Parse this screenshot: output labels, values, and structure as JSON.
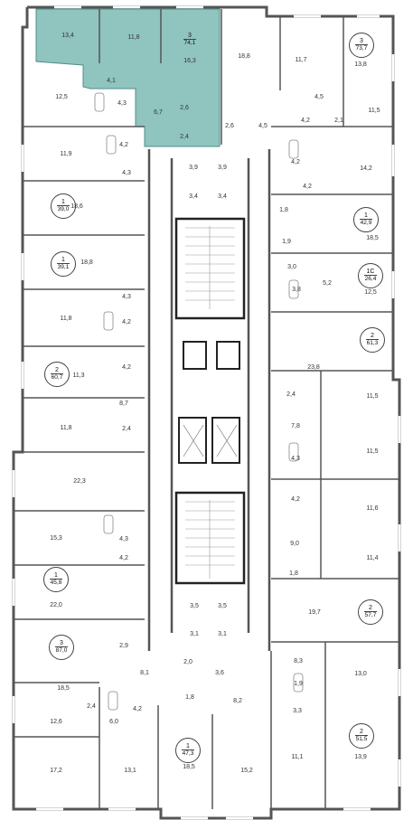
{
  "colors": {
    "wall": "#555555",
    "thin": "#888888",
    "highlight": "#8fc4bf",
    "highlight_border": "#4f8f88"
  },
  "selected_apartment": {
    "rooms": "3",
    "area": "74,1"
  },
  "apartment_badges": [
    {
      "id": "apt-74-1",
      "rooms": "3",
      "area": "74,1"
    },
    {
      "id": "apt-73-7",
      "rooms": "3",
      "area": "73,7"
    },
    {
      "id": "apt-39-0",
      "rooms": "1",
      "area": "39,0"
    },
    {
      "id": "apt-42-9",
      "rooms": "1",
      "area": "42,9"
    },
    {
      "id": "apt-39-1",
      "rooms": "1",
      "area": "39,1"
    },
    {
      "id": "apt-26-4",
      "rooms": "1С",
      "area": "26,4"
    },
    {
      "id": "apt-61-3",
      "rooms": "2",
      "area": "61,3"
    },
    {
      "id": "apt-60-7",
      "rooms": "2",
      "area": "60,7"
    },
    {
      "id": "apt-45-8",
      "rooms": "1",
      "area": "45,8"
    },
    {
      "id": "apt-57-7",
      "rooms": "2",
      "area": "57,7"
    },
    {
      "id": "apt-87-0",
      "rooms": "3",
      "area": "87,0"
    },
    {
      "id": "apt-51-5",
      "rooms": "2",
      "area": "51,5"
    },
    {
      "id": "apt-47-3",
      "rooms": "1",
      "area": "47,3"
    }
  ],
  "room_areas": [
    "13,4",
    "11,8",
    "16,3",
    "12,5",
    "4,1",
    "4,3",
    "6,7",
    "2,6",
    "2,4",
    "18,8",
    "11,7",
    "13,8",
    "4,5",
    "11,5",
    "4,2",
    "2,1",
    "2,6",
    "4,5",
    "11,9",
    "4,2",
    "4,3",
    "18,6",
    "3,9",
    "3,9",
    "3,4",
    "3,4",
    "4,2",
    "14,2",
    "4,2",
    "1,8",
    "18,5",
    "1,9",
    "18,8",
    "3,0",
    "3,8",
    "5,2",
    "12,5",
    "4,3",
    "11,8",
    "4,2",
    "4,2",
    "23,8",
    "11,3",
    "8,7",
    "2,4",
    "11,5",
    "11,8",
    "2,4",
    "7,8",
    "11,5",
    "22,3",
    "4,3",
    "4,2",
    "11,6",
    "15,3",
    "4,3",
    "4,2",
    "9,0",
    "11,4",
    "22,0",
    "1,8",
    "3,5",
    "3,5",
    "19,7",
    "2,9",
    "3,1",
    "3,1",
    "8,1",
    "2,0",
    "3,6",
    "8,3",
    "13,0",
    "18,5",
    "1,8",
    "8,2",
    "1,9",
    "12,6",
    "2,4",
    "6,0",
    "4,2",
    "3,3",
    "17,2",
    "13,1",
    "18,5",
    "15,2",
    "11,1",
    "13,9"
  ]
}
